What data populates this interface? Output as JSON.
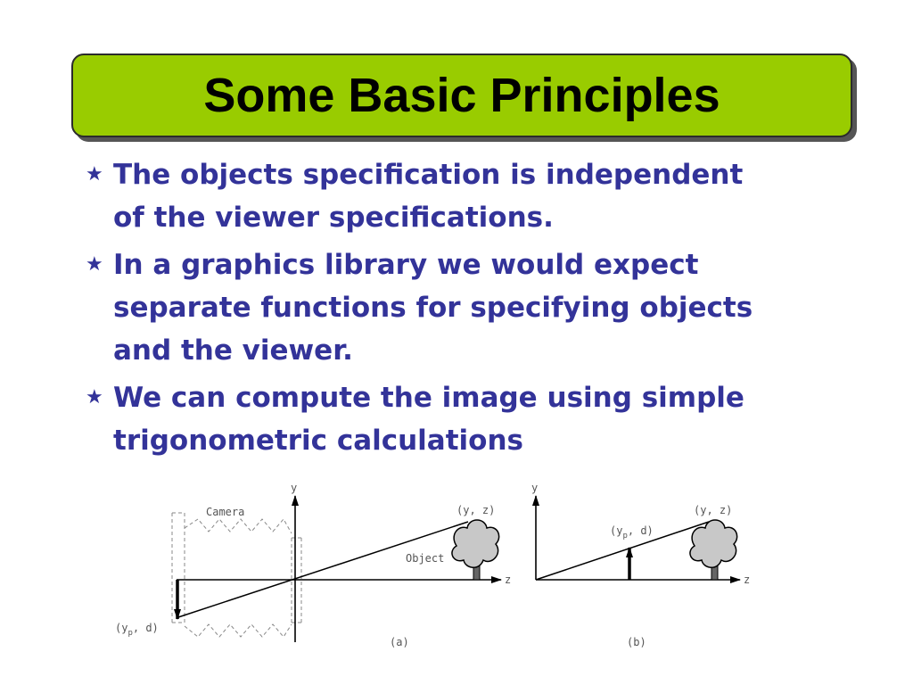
{
  "slide": {
    "title": "Some Basic Principles",
    "bullets": [
      {
        "line1": "The objects specification is independent",
        "line2": "of the viewer specifications."
      },
      {
        "line1": "In a graphics library we would expect",
        "line2": "separate functions for specifying objects",
        "line3": "and the viewer."
      },
      {
        "line1": "We can compute the image using simple",
        "line2": "trigonometric calculations"
      }
    ]
  },
  "figure": {
    "a": {
      "y_axis": "y",
      "z_axis": "z",
      "camera_label": "Camera",
      "object_label": "Object",
      "object_point": "(y, z)",
      "image_point_pre": "(y",
      "image_point_sub": "p",
      "image_point_post": ",  d)",
      "caption": "(a)"
    },
    "b": {
      "y_axis": "y",
      "z_axis": "z",
      "object_point": "(y, z)",
      "image_point_pre": "(y",
      "image_point_sub": "p",
      "image_point_post": ", d)",
      "caption": "(b)"
    }
  }
}
